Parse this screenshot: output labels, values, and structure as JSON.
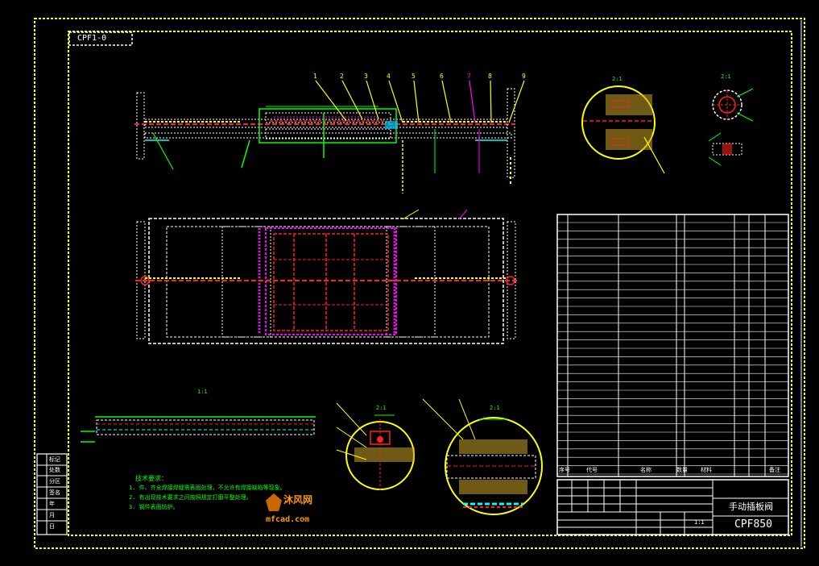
{
  "drawing": {
    "corner_code": "CPF1-0",
    "scale_main": "1:1",
    "scale_detail": "2:1",
    "title_cn": "手动插板阀",
    "drawing_no": "CPF850",
    "sheet": "1:1"
  },
  "notes": {
    "heading": "技术要求：",
    "lines": [
      "1. 件、齐全焊接焊缝需表面处理，不允许有焊接缺陷等现象。",
      "2. 有出现技术要求之间按照规定打磨平整处理。",
      "3. 钢件表面防护。"
    ]
  },
  "watermark": {
    "text_top": "沐风网",
    "text_bottom": "mfcad.com"
  },
  "callouts": {
    "top": [
      "1",
      "2",
      "3",
      "4",
      "5",
      "6",
      "7",
      "8",
      "9"
    ]
  },
  "revision_block": {
    "rows": [
      "标记",
      "处数",
      "分区",
      "签名",
      "年",
      "月",
      "日"
    ]
  },
  "bom_footer": [
    "序号",
    "代号",
    "名称",
    "数量",
    "材料",
    "备注"
  ],
  "colors": {
    "frame": "#ffff00",
    "line": "#ffffff",
    "red": "#ff2020",
    "green": "#00ff00",
    "magenta": "#ff00ff",
    "cyan": "#00ffff",
    "orange": "#ff9900",
    "blue": "#3399ff"
  }
}
